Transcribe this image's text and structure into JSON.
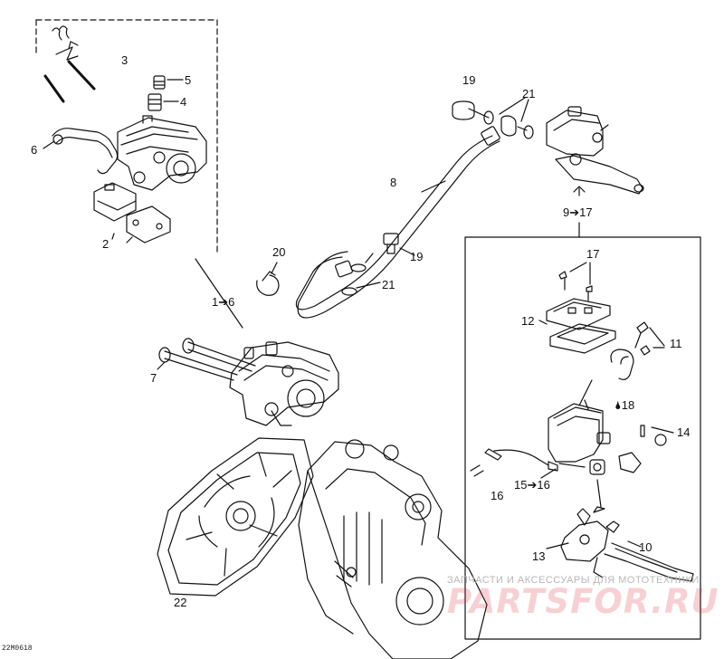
{
  "diagram": {
    "reference": "22M0618",
    "watermark": {
      "line": "ЗАПЧАСТИ И АКСЕССУАРЫ ДЛЯ МОТОТЕХНИКИ",
      "brand": "PARTSFOR.RU"
    },
    "callouts": {
      "c1": "19",
      "c2": "21",
      "c3": "3",
      "c4": "5",
      "c5": "4",
      "c6": "6",
      "c7": "8",
      "c8": "9➔17",
      "c9": "2",
      "c10": "20",
      "c11": "19",
      "c12": "21",
      "c13": "17",
      "c14": "1➔6",
      "c15": "12",
      "c16": "11",
      "c17": "7",
      "c18": "🌢18",
      "c19": "14",
      "c20": "16",
      "c21": "15➔16",
      "c22": "13",
      "c23": "10",
      "c24": "22"
    }
  }
}
